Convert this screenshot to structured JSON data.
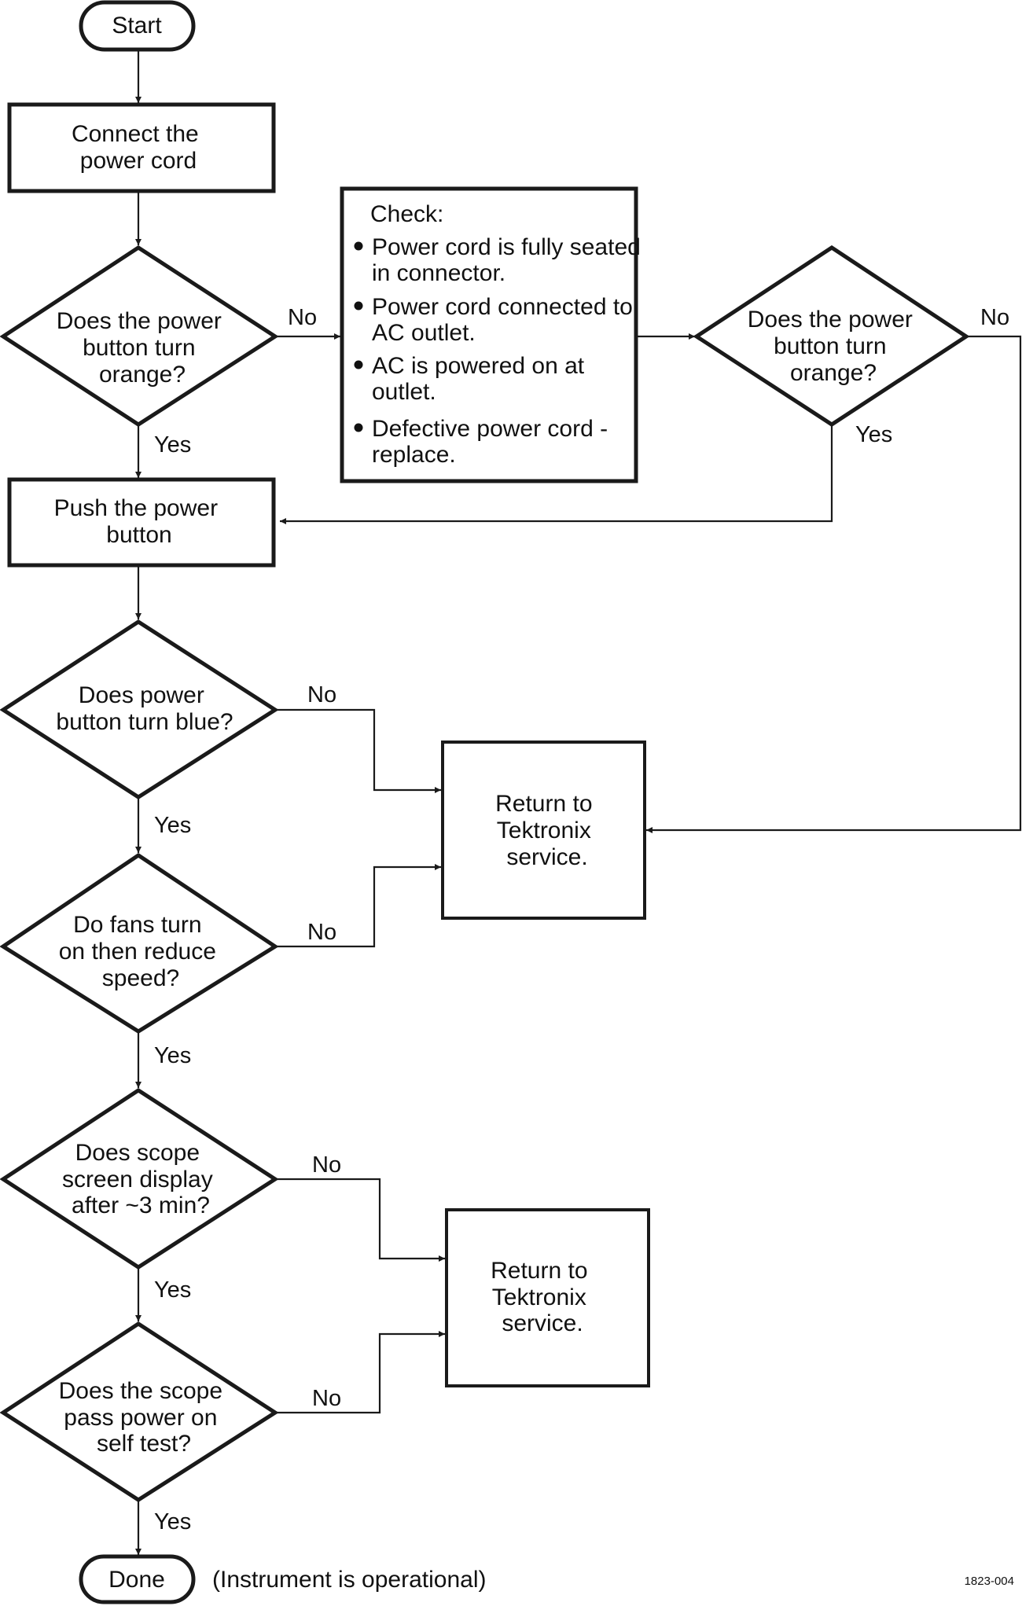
{
  "start": "Start",
  "connect": [
    "Connect the",
    "power cord"
  ],
  "q_orange_1": [
    "Does the power",
    "button turn",
    "orange?"
  ],
  "check": {
    "heading": "Check:",
    "items": [
      [
        "Power cord is fully seated",
        "in connector."
      ],
      [
        "Power cord connected to",
        "AC outlet."
      ],
      [
        "AC is powered on at",
        "outlet."
      ],
      [
        "Defective power cord -",
        "replace."
      ]
    ]
  },
  "q_orange_2": [
    "Does the power",
    "button turn",
    "orange?"
  ],
  "push": [
    "Push the power",
    "button"
  ],
  "q_blue": [
    "Does power",
    "button turn blue?"
  ],
  "q_fans": [
    "Do fans turn",
    "on then reduce",
    "speed?"
  ],
  "q_screen": [
    "Does scope",
    "screen display",
    "after ~3 min?"
  ],
  "q_selftest": [
    "Does the scope",
    "pass power on",
    "self test?"
  ],
  "return_1": [
    "Return to",
    "Tektronix",
    "service."
  ],
  "return_2": [
    "Return to",
    "Tektronix",
    "service."
  ],
  "done": "Done",
  "done_note": "(Instrument is operational)",
  "labels": {
    "no_orange_1": "No",
    "yes_orange_1": "Yes",
    "no_orange_2": "No",
    "yes_orange_2": "Yes",
    "no_blue": "No",
    "yes_blue": "Yes",
    "no_fans": "No",
    "yes_fans": "Yes",
    "no_screen": "No",
    "yes_screen": "Yes",
    "no_selftest": "No",
    "yes_selftest": "Yes"
  },
  "figure_id": "1823-004"
}
